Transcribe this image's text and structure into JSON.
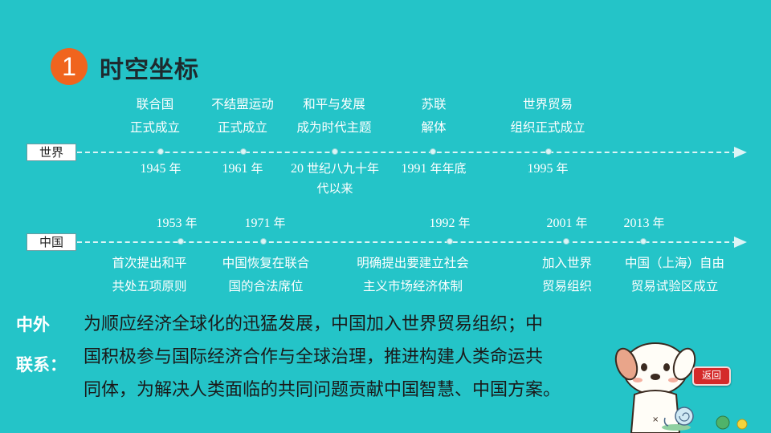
{
  "header": {
    "number": "1",
    "title": "时空坐标"
  },
  "world_row": {
    "label": "世界",
    "events": [
      {
        "line1": "联合国",
        "line2": "正式成立",
        "year_num": "1945",
        "year_unit": "年",
        "year_extra": ""
      },
      {
        "line1": "不结盟运动",
        "line2": "正式成立",
        "year_num": "1961",
        "year_unit": "年",
        "year_extra": ""
      },
      {
        "line1": "和平与发展",
        "line2": "成为时代主题",
        "year_num": "20",
        "year_unit": "世纪八九十年",
        "year_extra": "代以来"
      },
      {
        "line1": "苏联",
        "line2": "解体",
        "year_num": "1991",
        "year_unit": "年年底",
        "year_extra": ""
      },
      {
        "line1": "世界贸易",
        "line2": "组织正式成立",
        "year_num": "1995",
        "year_unit": "年",
        "year_extra": ""
      }
    ]
  },
  "china_row": {
    "label": "中国",
    "events": [
      {
        "year_num": "1953",
        "year_unit": "年",
        "line1": "首次提出和平",
        "line2": "共处五项原则"
      },
      {
        "year_num": "1971",
        "year_unit": "年",
        "line1": "中国恢复在联合",
        "line2": "国的合法席位"
      },
      {
        "year_num": "1992",
        "year_unit": "年",
        "line1": "明确提出要建立社会",
        "line2": "主义市场经济体制"
      },
      {
        "year_num": "2001",
        "year_unit": "年",
        "line1": "加入世界",
        "line2": "贸易组织"
      },
      {
        "year_num": "2013",
        "year_unit": "年",
        "line1": "中国（上海）自由",
        "line2": "贸易试验区成立"
      }
    ]
  },
  "summary": {
    "label_line1": "中外",
    "label_line2": "联系：",
    "line1": "为顺应经济全球化的迅猛发展，中国加入世界贸易组织；中",
    "line2": "国积极参与国际经济合作与全球治理，推进构建人类命运共",
    "line3": "同体，为解决人类面临的共同问题贡献中国智慧、中国方案。"
  },
  "nav": {
    "back_label": "返回"
  },
  "colors": {
    "background": "#24c4c8",
    "badge": "#f0641e",
    "back_button": "#d42a2a"
  }
}
